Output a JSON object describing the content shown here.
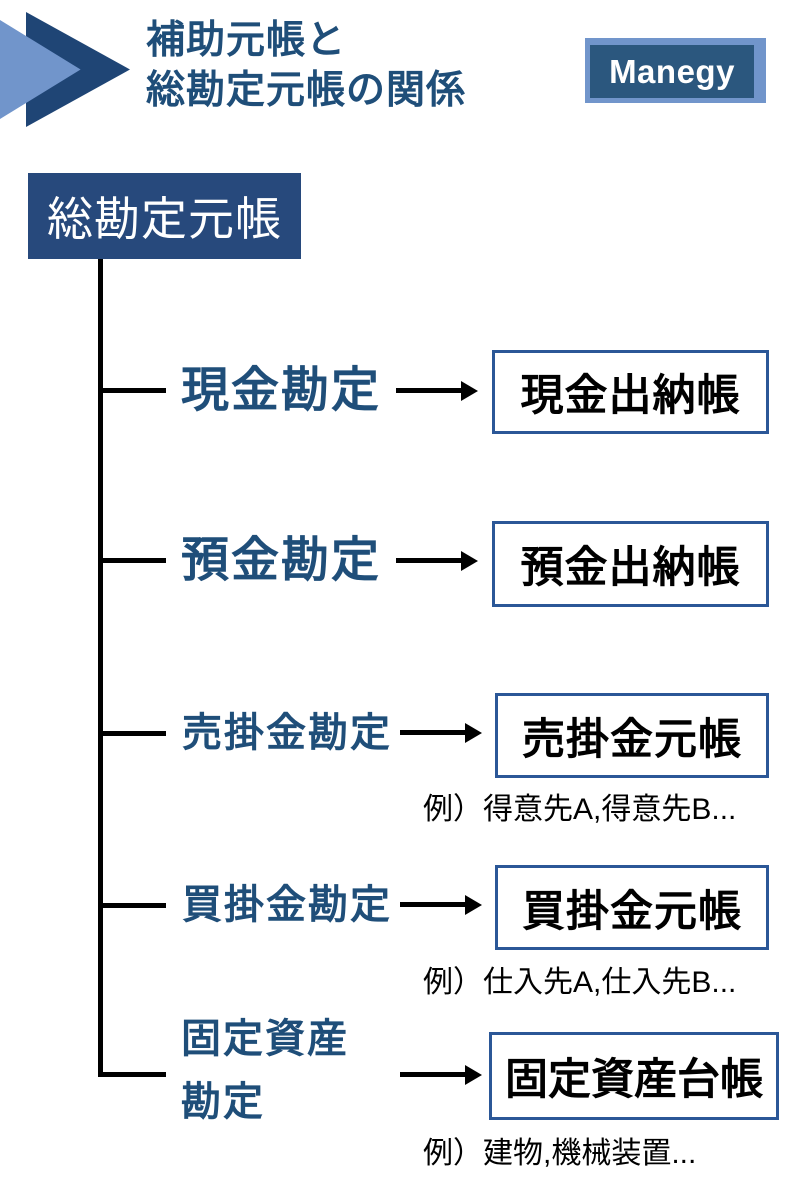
{
  "header": {
    "title_line1": "補助元帳と",
    "title_line2": "総勘定元帳の関係",
    "logo_text": "Manegy"
  },
  "root": {
    "label": "総勘定元帳"
  },
  "rows": [
    {
      "account": "現金勘定",
      "ledger": "現金出納帳"
    },
    {
      "account": "預金勘定",
      "ledger": "預金出納帳"
    },
    {
      "account": "売掛金勘定",
      "ledger": "売掛金元帳",
      "example": "例）得意先A,得意先B..."
    },
    {
      "account": "買掛金勘定",
      "ledger": "買掛金元帳",
      "example": "例）仕入先A,仕入先B..."
    },
    {
      "account_line1": "固定資産",
      "account_line2": "勘定",
      "ledger": "固定資産台帳",
      "example": "例）建物,機械装置..."
    }
  ],
  "icons": {
    "decoration": "chevron-right-icon",
    "connector": "arrow-right-icon"
  },
  "colors": {
    "navy_text": "#1F4E79",
    "navy_fill": "#27497C",
    "box_border": "#2B5797",
    "light_blue": "#7195CB",
    "logo_fill": "#2B577E",
    "line_black": "#000000"
  }
}
